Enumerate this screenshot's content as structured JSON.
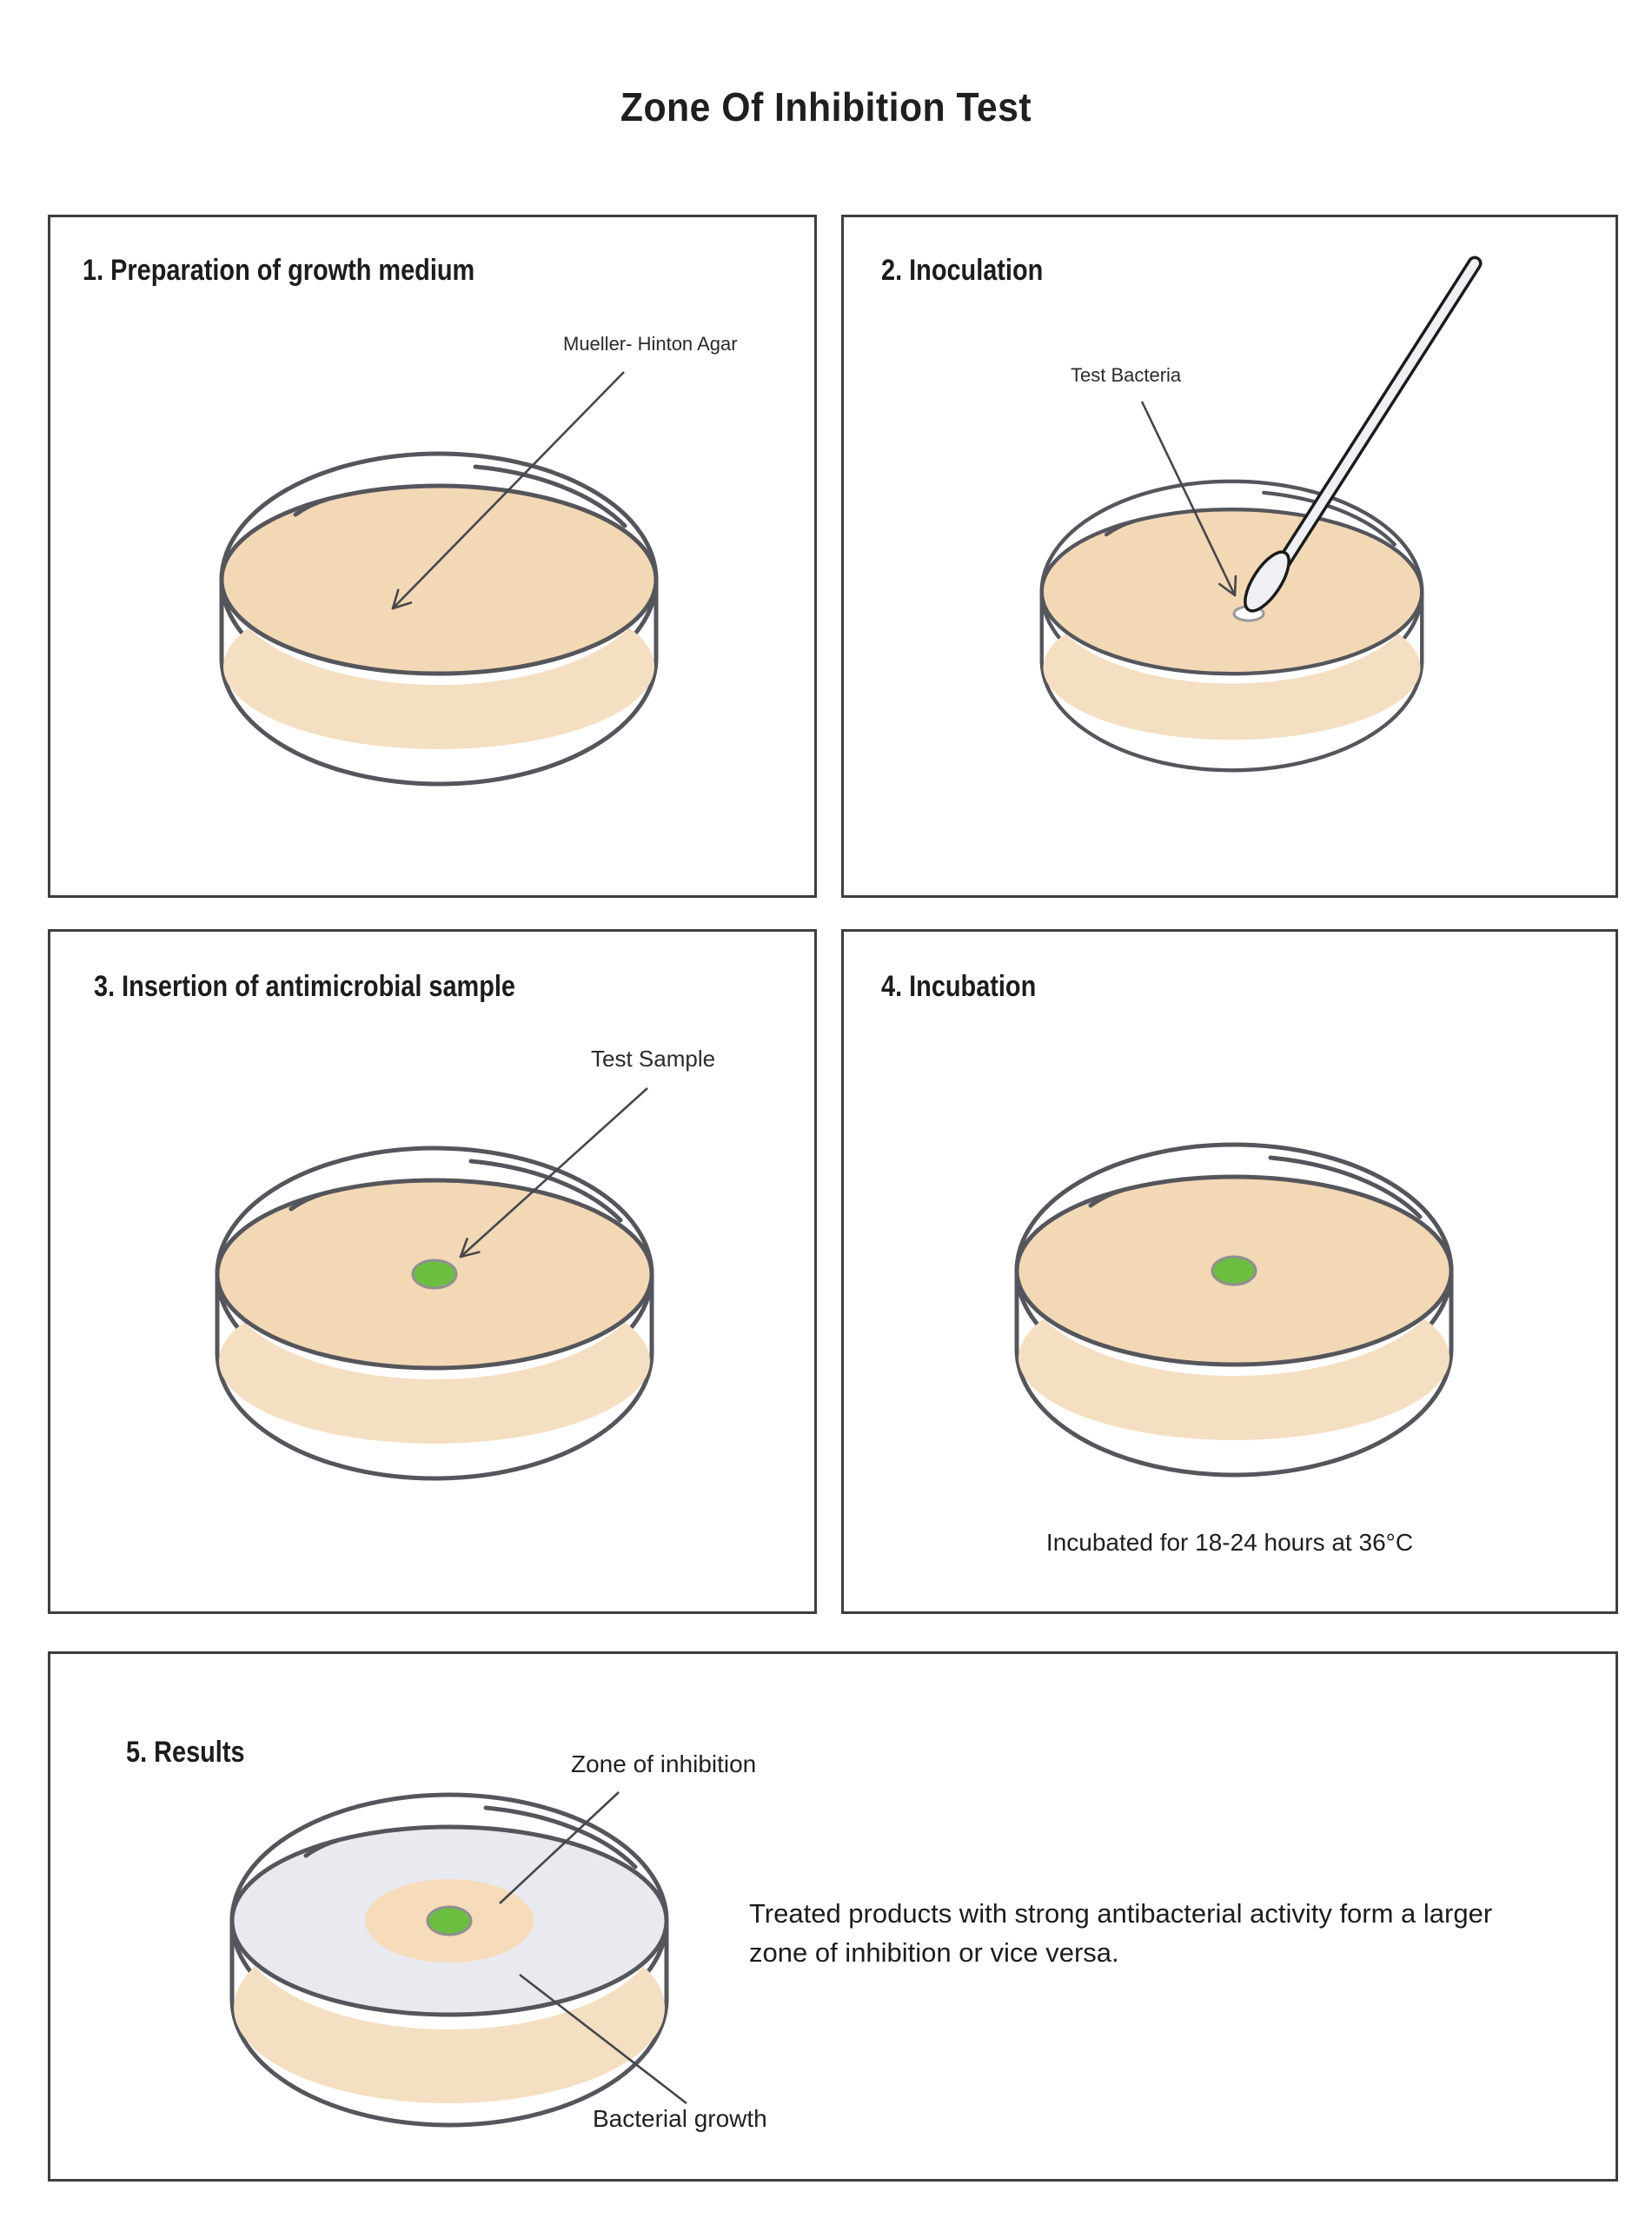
{
  "title": "Zone Of Inhibition Test",
  "panels": [
    {
      "heading": "1. Preparation of growth medium",
      "label": "Mueller- Hinton Agar"
    },
    {
      "heading": "2. Inoculation",
      "label": "Test Bacteria"
    },
    {
      "heading": "3. Insertion of antimicrobial sample",
      "label": "Test Sample"
    },
    {
      "heading": "4. Incubation",
      "caption": "Incubated for 18-24 hours at 36°C"
    },
    {
      "heading": "5. Results",
      "label_zone": "Zone of inhibition",
      "label_growth": "Bacterial growth",
      "note": "Treated products with strong antibacterial activity form a larger zone of inhibition or vice versa."
    }
  ],
  "colors": {
    "outline": "#55565c",
    "agar": "#f3d8b5",
    "agar_band": "#f5dfc2",
    "plate_gray": "#e9eaef",
    "zone": "#f6dcba",
    "sample_green": "#6cbe41",
    "green_outline": "#8f9090",
    "arrow": "#46474b",
    "panel_border": "#3e3e3e",
    "swab_fill": "#eef0f4",
    "swab_outline": "#1b1b1b"
  }
}
